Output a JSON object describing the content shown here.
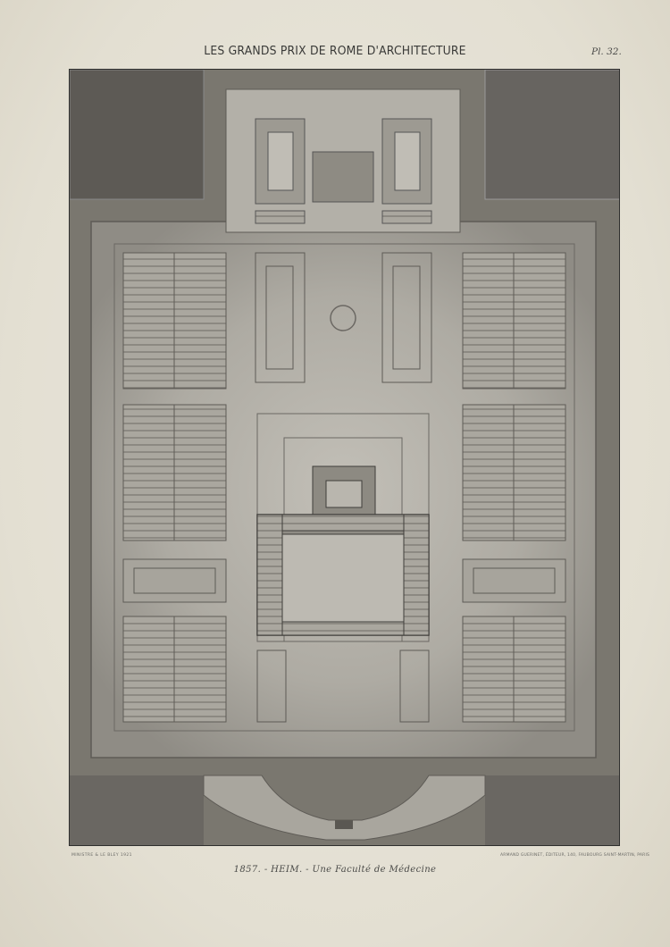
{
  "header": {
    "title": "LES GRANDS PRIX DE ROME D'ARCHITECTURE",
    "plate_number": "Pl. 32."
  },
  "caption": {
    "text": "1857. - HEIM. - Une Faculté de Médecine"
  },
  "credits": {
    "left": "MINISTRE & LE BLEY 1921",
    "right": "ARMAND GUERINET, ÉDITEUR, 140, FAUBOURG SAINT-MARTIN, PARIS"
  },
  "colors": {
    "paper": "#e6e2d6",
    "plate_dark": "#6f6c66",
    "plate_mid": "#9a978f",
    "plate_light": "#b8b5ad",
    "ink": "#3a3a38"
  }
}
